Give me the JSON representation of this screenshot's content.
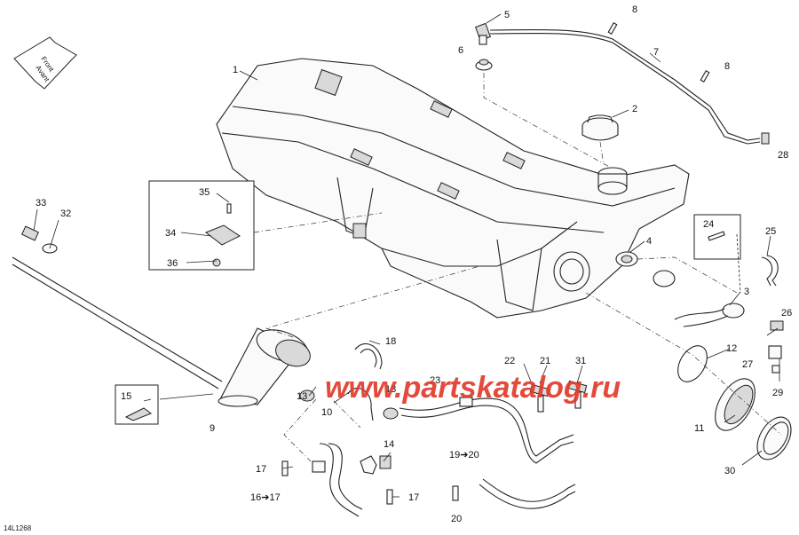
{
  "diagram": {
    "doc_code": "14L1268",
    "front_arrow": {
      "line1": "Front",
      "line2": "Avant"
    },
    "watermark": "www.partskatalog.ru",
    "callouts": {
      "c1": "1",
      "c2": "2",
      "c3": "3",
      "c4": "4",
      "c5": "5",
      "c6": "6",
      "c7": "7",
      "c8a": "8",
      "c8b": "8",
      "c9": "9",
      "c10": "10",
      "c11": "11",
      "c12": "12",
      "c13a": "13",
      "c13b": "13",
      "c14": "14",
      "c15": "15",
      "c16_17": "16➔17",
      "c17a": "17",
      "c17b": "17",
      "c18": "18",
      "c19_20": "19➔20",
      "c20": "20",
      "c21": "21",
      "c22": "22",
      "c23": "23",
      "c24": "24",
      "c25": "25",
      "c26": "26",
      "c27": "27",
      "c28": "28",
      "c29": "29",
      "c30": "30",
      "c31": "31",
      "c32": "32",
      "c33": "33",
      "c34": "34",
      "c35": "35",
      "c36": "36"
    }
  }
}
